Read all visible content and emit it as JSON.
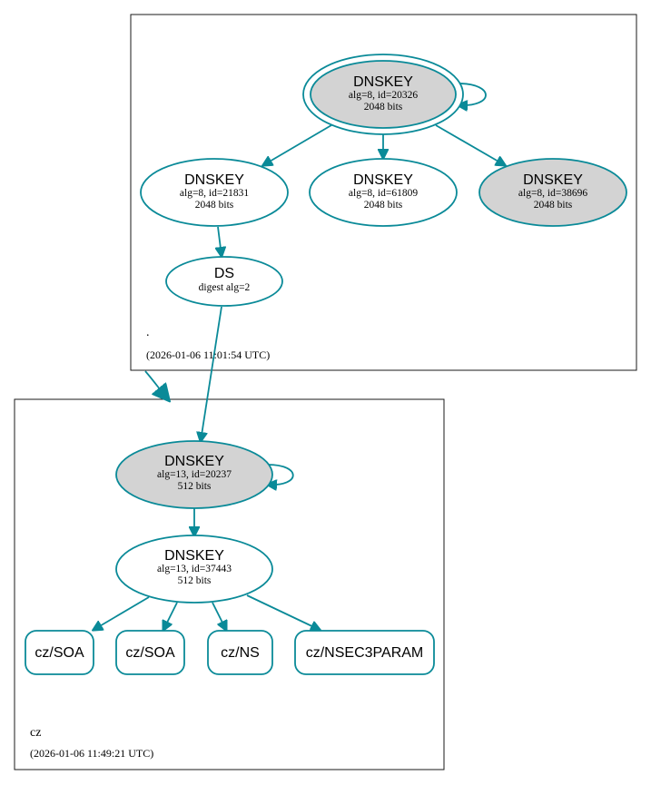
{
  "colors": {
    "edge": "#0a8a98",
    "node_fill_gray": "#d3d3d3",
    "node_fill_white": "#ffffff",
    "zone_border": "#1a1a1a"
  },
  "zones": [
    {
      "id": "root",
      "name": ".",
      "timestamp": "(2026-01-06 11:01:54 UTC)"
    },
    {
      "id": "cz",
      "name": "cz",
      "timestamp": "(2026-01-06 11:49:21 UTC)"
    }
  ],
  "nodes": [
    {
      "id": "root-ksk",
      "zone": "root",
      "kind": "DNSKEY",
      "lines": [
        "alg=8, id=20326",
        "2048 bits"
      ],
      "fill": "gray",
      "double_border": true,
      "self_loop": true
    },
    {
      "id": "root-zsk-21831",
      "zone": "root",
      "kind": "DNSKEY",
      "lines": [
        "alg=8, id=21831",
        "2048 bits"
      ],
      "fill": "white"
    },
    {
      "id": "root-zsk-61809",
      "zone": "root",
      "kind": "DNSKEY",
      "lines": [
        "alg=8, id=61809",
        "2048 bits"
      ],
      "fill": "white"
    },
    {
      "id": "root-key-38696",
      "zone": "root",
      "kind": "DNSKEY",
      "lines": [
        "alg=8, id=38696",
        "2048 bits"
      ],
      "fill": "gray"
    },
    {
      "id": "cz-ds",
      "zone": "root",
      "kind": "DS",
      "lines": [
        "digest alg=2"
      ],
      "fill": "white"
    },
    {
      "id": "cz-ksk",
      "zone": "cz",
      "kind": "DNSKEY",
      "lines": [
        "alg=13, id=20237",
        "512 bits"
      ],
      "fill": "gray",
      "self_loop": true
    },
    {
      "id": "cz-zsk",
      "zone": "cz",
      "kind": "DNSKEY",
      "lines": [
        "alg=13, id=37443",
        "512 bits"
      ],
      "fill": "white"
    },
    {
      "id": "cz-soa-1",
      "zone": "cz",
      "kind": "cz/SOA",
      "lines": [],
      "fill": "white"
    },
    {
      "id": "cz-soa-2",
      "zone": "cz",
      "kind": "cz/SOA",
      "lines": [],
      "fill": "white"
    },
    {
      "id": "cz-ns",
      "zone": "cz",
      "kind": "cz/NS",
      "lines": [],
      "fill": "white"
    },
    {
      "id": "cz-nsec3param",
      "zone": "cz",
      "kind": "cz/NSEC3PARAM",
      "lines": [],
      "fill": "white"
    }
  ],
  "edges": [
    {
      "from": "root-ksk",
      "to": "root-zsk-21831"
    },
    {
      "from": "root-ksk",
      "to": "root-zsk-61809"
    },
    {
      "from": "root-ksk",
      "to": "root-key-38696"
    },
    {
      "from": "root-zsk-21831",
      "to": "cz-ds"
    },
    {
      "from": "cz-ds",
      "to": "cz-ksk"
    },
    {
      "from": "cz-ksk",
      "to": "cz-zsk"
    },
    {
      "from": "cz-zsk",
      "to": "cz-soa-1"
    },
    {
      "from": "cz-zsk",
      "to": "cz-soa-2"
    },
    {
      "from": "cz-zsk",
      "to": "cz-ns"
    },
    {
      "from": "cz-zsk",
      "to": "cz-nsec3param"
    },
    {
      "from": "root",
      "to": "cz",
      "kind": "delegation"
    }
  ]
}
